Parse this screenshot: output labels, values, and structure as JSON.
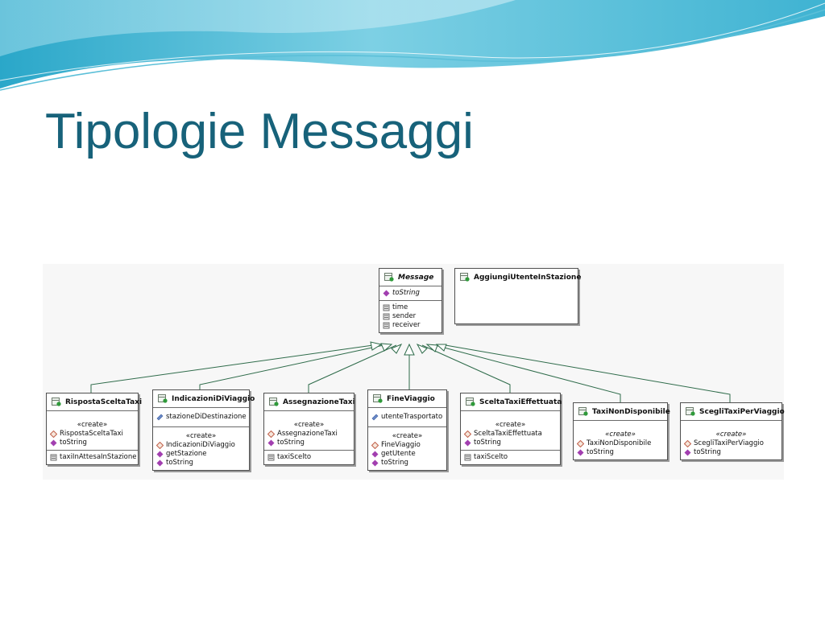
{
  "slide": {
    "title": "Tipologie Messaggi"
  },
  "colors": {
    "title": "#17627a",
    "operation_icon": "#a23fb0",
    "constructor_icon": "#c1604a",
    "attribute_icon": "#6a88c8",
    "connector": "#2e6b4a"
  },
  "diagram": {
    "message": {
      "name": "Message",
      "operations": [
        "toString"
      ],
      "attributes": [
        "time",
        "sender",
        "receiver"
      ]
    },
    "aggiungi": {
      "name": "AggiungiUtenteInStazione"
    },
    "risposta": {
      "name": "RispostaSceltaTaxi",
      "stereotype": "«create»",
      "operations": [
        "RispostaSceltaTaxi",
        "toString"
      ],
      "attributes": [
        "taxiInAttesaInStazione"
      ]
    },
    "indicazioni": {
      "name": "IndicazioniDiViaggio",
      "fields": [
        "stazioneDiDestinazione"
      ],
      "stereotype": "«create»",
      "operations": [
        "IndicazioniDiViaggio",
        "getStazione",
        "toString"
      ]
    },
    "assegnazione": {
      "name": "AssegnazioneTaxi",
      "stereotype": "«create»",
      "operations": [
        "AssegnazioneTaxi",
        "toString"
      ],
      "attributes": [
        "taxiScelto"
      ]
    },
    "fine": {
      "name": "FineViaggio",
      "fields": [
        "utenteTrasportato"
      ],
      "stereotype": "«create»",
      "operations": [
        "FineViaggio",
        "getUtente",
        "toString"
      ]
    },
    "scelta": {
      "name": "SceltaTaxiEffettuata",
      "stereotype": "«create»",
      "operations": [
        "SceltaTaxiEffettuata",
        "toString"
      ],
      "attributes": [
        "taxiScelto"
      ]
    },
    "nondisp": {
      "name": "TaxiNonDisponibile",
      "stereotype": "«create»",
      "operations": [
        "TaxiNonDisponibile",
        "toString"
      ]
    },
    "scegli": {
      "name": "ScegliTaxiPerViaggio",
      "stereotype": "«create»",
      "operations": [
        "ScegliTaxiPerViaggio",
        "toString"
      ]
    }
  }
}
